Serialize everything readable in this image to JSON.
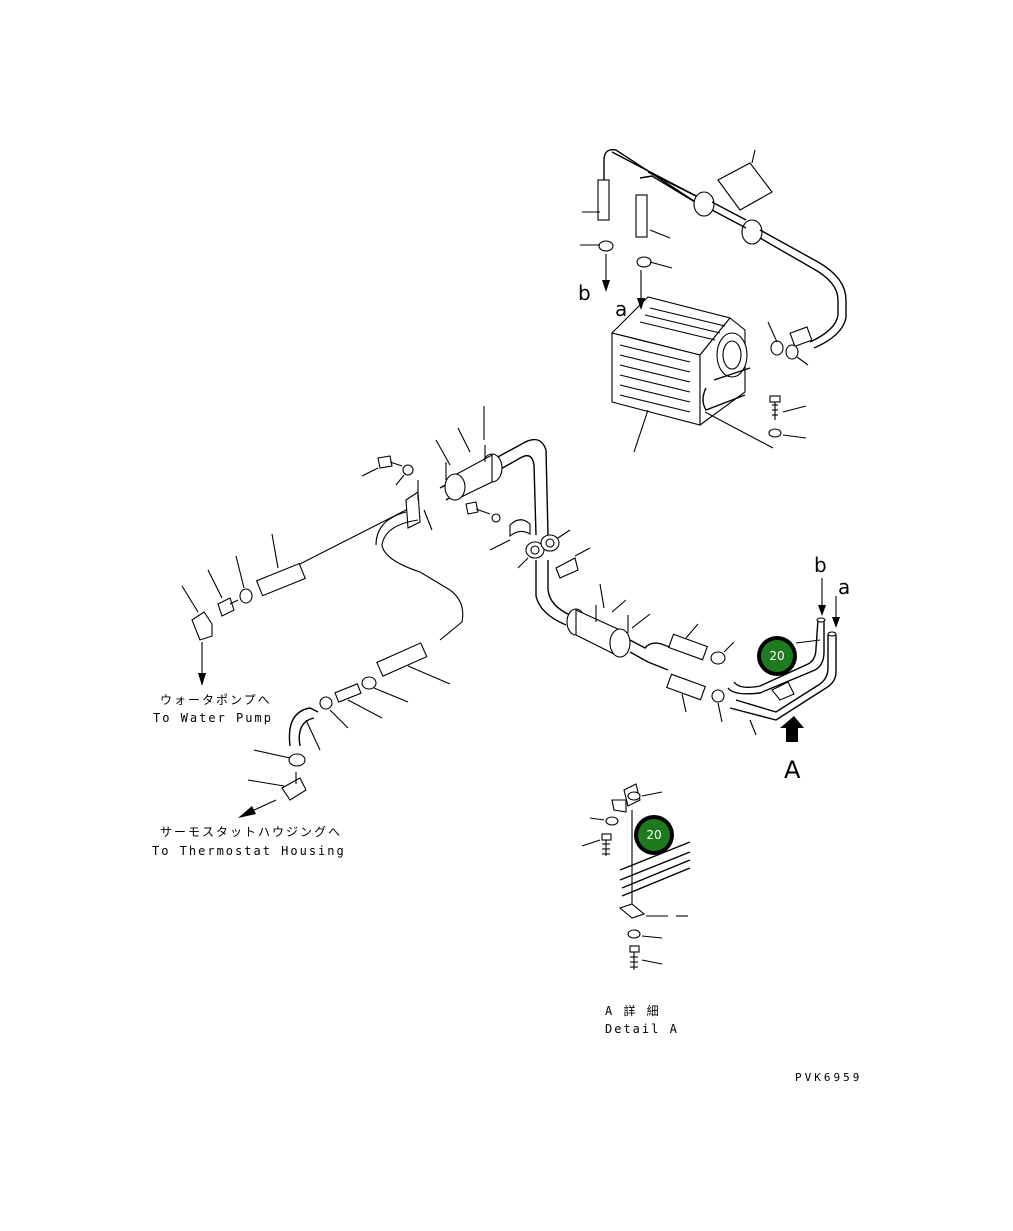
{
  "labels": {
    "b_top": "b",
    "a_top": "a",
    "b_right": "b",
    "a_right": "a",
    "view_A": "A",
    "water_pump_jp": "ウォータポンプへ",
    "water_pump_en": "To Water Pump",
    "thermostat_jp": "サーモスタットハウジングへ",
    "thermostat_en": "To Thermostat Housing",
    "detail_jp": "A 詳 細",
    "detail_en": "Detail A",
    "drawing_code": "PVK6959"
  },
  "callouts": [
    {
      "id": "callout-1",
      "number": "20"
    },
    {
      "id": "callout-2",
      "number": "20"
    }
  ],
  "colors": {
    "callout_fill": "#1e7a1e",
    "callout_ring": "#000000",
    "line": "#000000",
    "background": "#ffffff"
  }
}
